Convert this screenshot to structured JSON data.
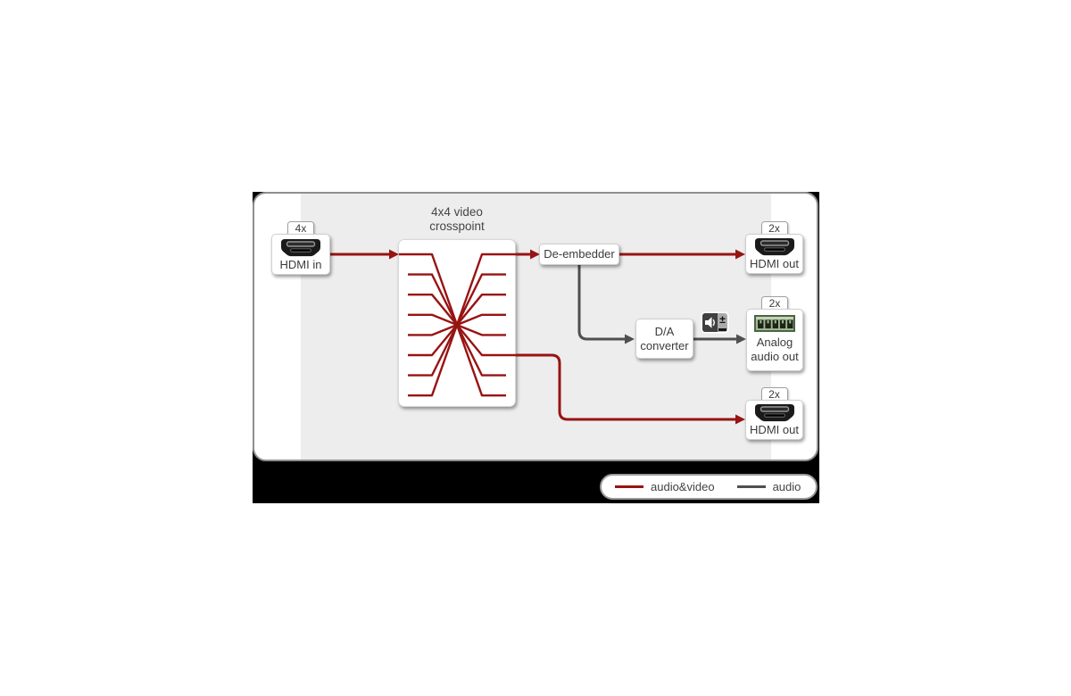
{
  "colors": {
    "audio_video": "#971413",
    "audio": "#4f4f4f",
    "panel_border": "#8f8f8f",
    "inner_band": "#ededed",
    "backdrop": "#000000",
    "terminal_green": "#a2b996"
  },
  "crosspoint": {
    "title_line1": "4x4 video",
    "title_line2": "crosspoint"
  },
  "nodes": {
    "hdmi_in": {
      "badge": "4x",
      "label": "HDMI in",
      "icon": "hdmi-connector-icon"
    },
    "de_embedder": {
      "label": "De-embedder"
    },
    "da_converter": {
      "line1": "D/A",
      "line2": "converter"
    },
    "hdmi_out_top": {
      "badge": "2x",
      "label": "HDMI out",
      "icon": "hdmi-connector-icon"
    },
    "analog_audio_out": {
      "badge": "2x",
      "line1": "Analog",
      "line2": "audio out",
      "icon": "terminal-block-icon"
    },
    "hdmi_out_bottom": {
      "badge": "2x",
      "label": "HDMI out",
      "icon": "hdmi-connector-icon"
    },
    "volume_icon": {
      "plusminus": "±",
      "icon": "speaker-volume-icon"
    }
  },
  "legend": {
    "audio_video": "audio&video",
    "audio": "audio"
  }
}
